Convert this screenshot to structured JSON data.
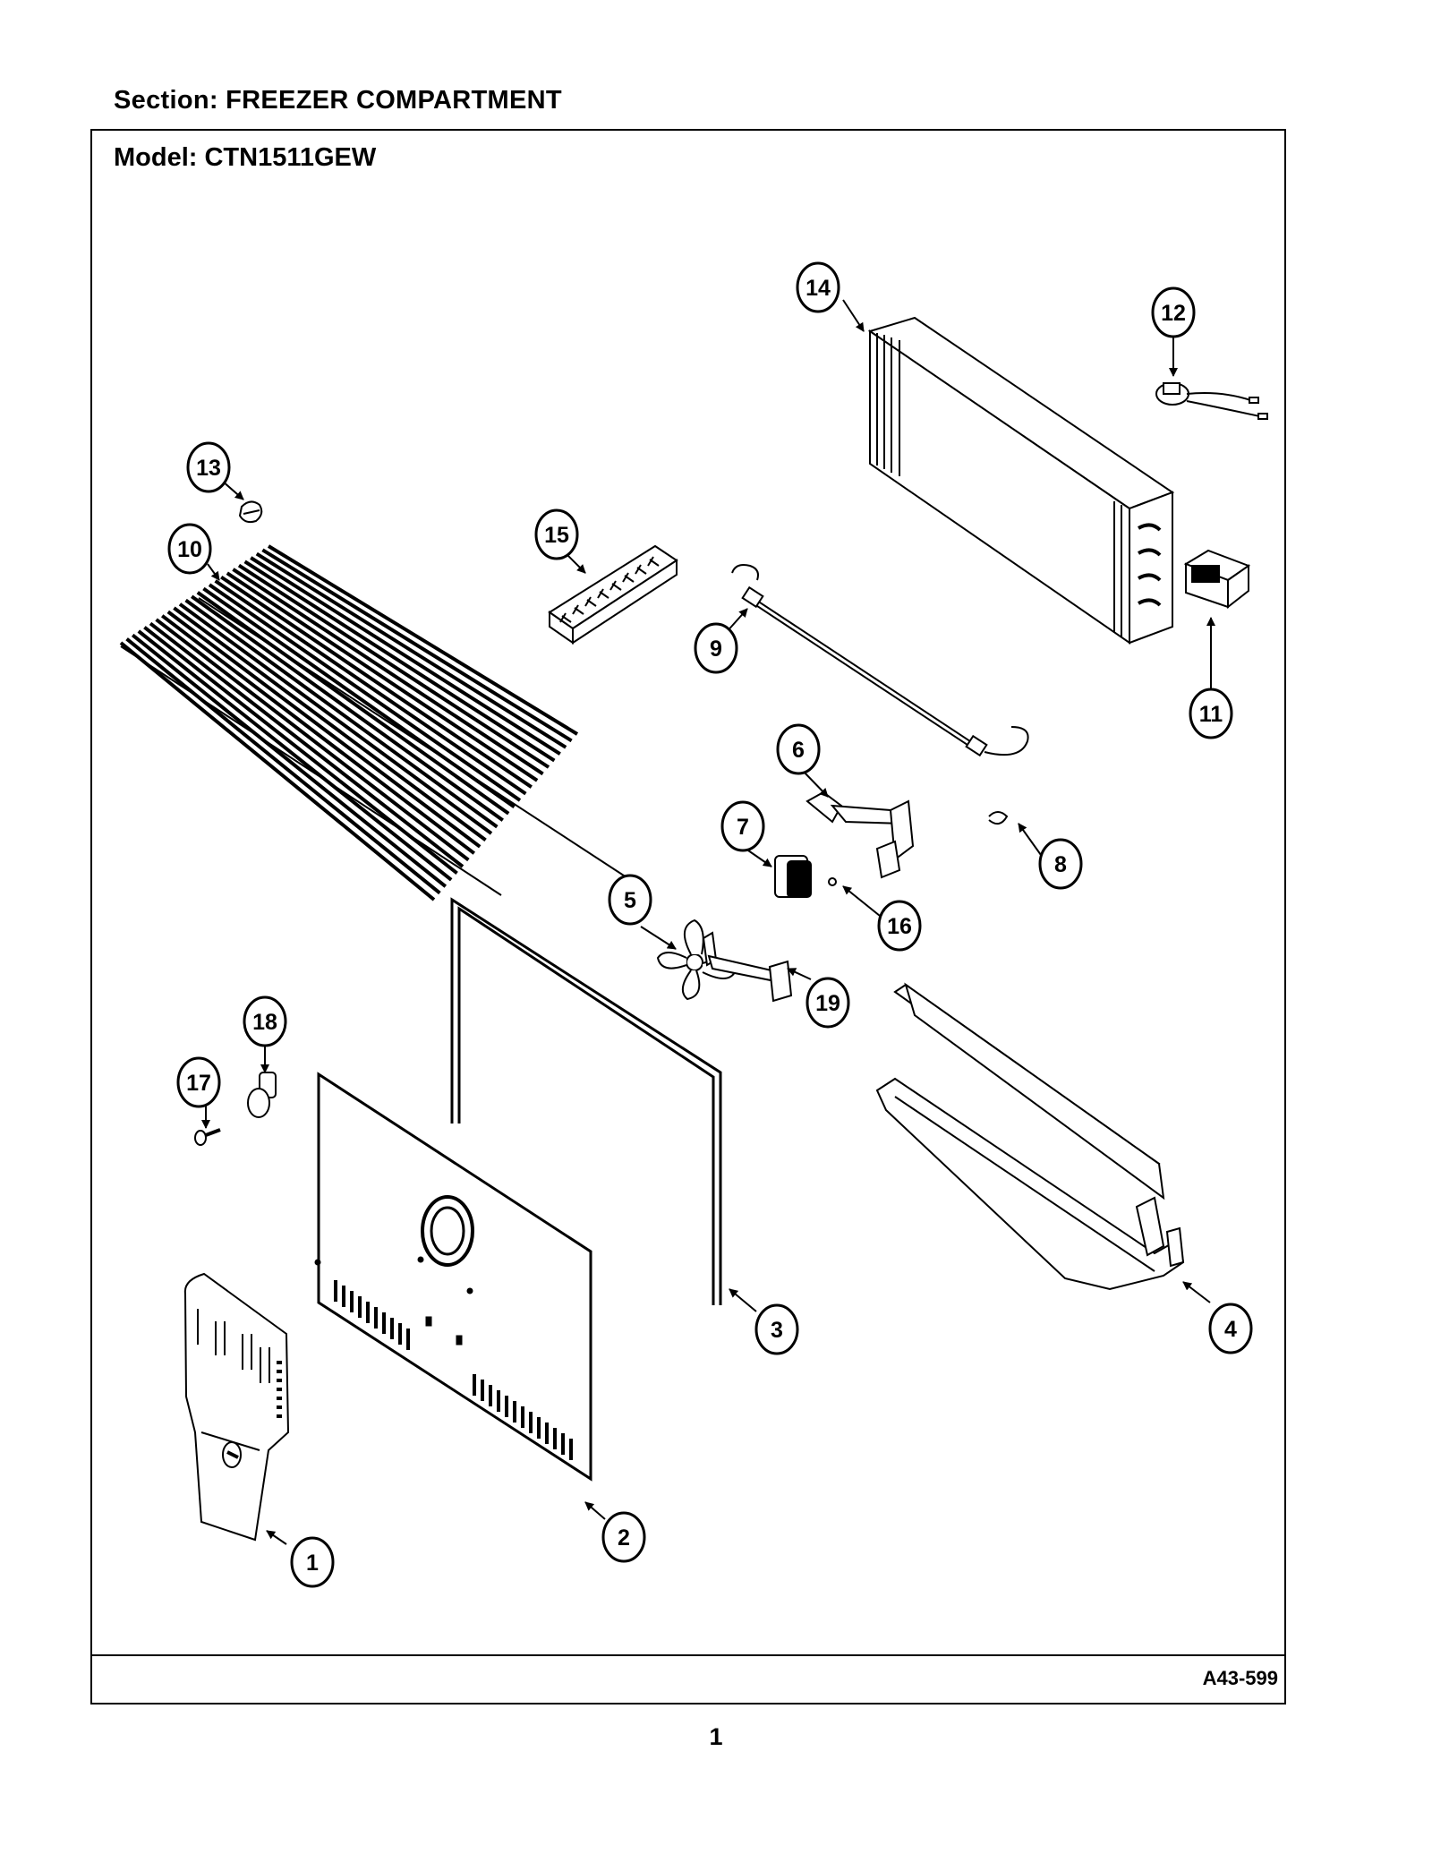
{
  "header": {
    "section": "Section:  FREEZER COMPARTMENT",
    "model": "Model:  CTN1511GEW"
  },
  "footer": {
    "drawing_code": "A43-599",
    "page_number": "1"
  },
  "callouts": [
    {
      "id": "callout-1",
      "label": "1"
    },
    {
      "id": "callout-2",
      "label": "2"
    },
    {
      "id": "callout-3",
      "label": "3"
    },
    {
      "id": "callout-4",
      "label": "4"
    },
    {
      "id": "callout-5",
      "label": "5"
    },
    {
      "id": "callout-6",
      "label": "6"
    },
    {
      "id": "callout-7",
      "label": "7"
    },
    {
      "id": "callout-8",
      "label": "8"
    },
    {
      "id": "callout-9",
      "label": "9"
    },
    {
      "id": "callout-10",
      "label": "10"
    },
    {
      "id": "callout-11",
      "label": "11"
    },
    {
      "id": "callout-12",
      "label": "12"
    },
    {
      "id": "callout-13",
      "label": "13"
    },
    {
      "id": "callout-14",
      "label": "14"
    },
    {
      "id": "callout-15",
      "label": "15"
    },
    {
      "id": "callout-16",
      "label": "16"
    },
    {
      "id": "callout-17",
      "label": "17"
    },
    {
      "id": "callout-18",
      "label": "18"
    },
    {
      "id": "callout-19",
      "label": "19"
    }
  ]
}
